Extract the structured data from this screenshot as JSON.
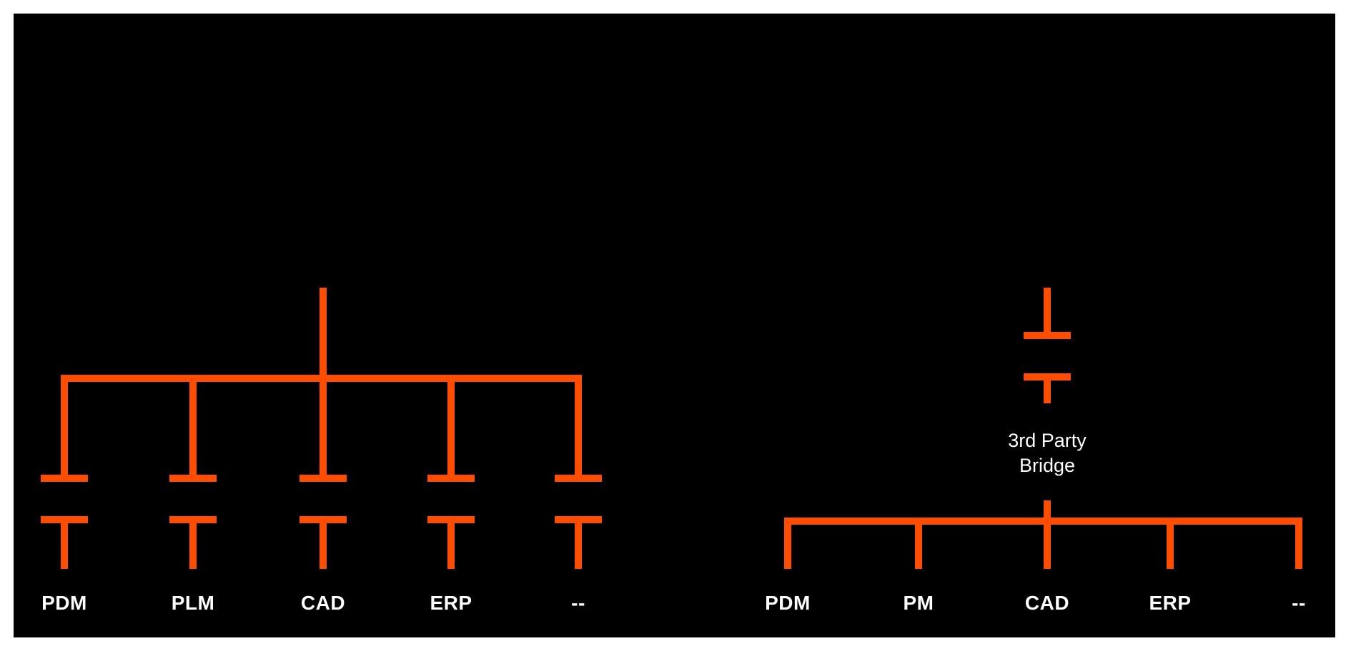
{
  "colors": {
    "background": "#FFFFFF",
    "canvas": "#000000",
    "line_orange": "#FF4D00",
    "text_white": "#FFFFFF"
  },
  "left_diagram": {
    "nodes": [
      "PDM",
      "PLM",
      "CAD",
      "ERP",
      "--"
    ]
  },
  "right_diagram": {
    "bridge_line1": "3rd Party",
    "bridge_line2": "Bridge",
    "nodes": [
      "PDM",
      "PM",
      "CAD",
      "ERP",
      "--"
    ]
  }
}
